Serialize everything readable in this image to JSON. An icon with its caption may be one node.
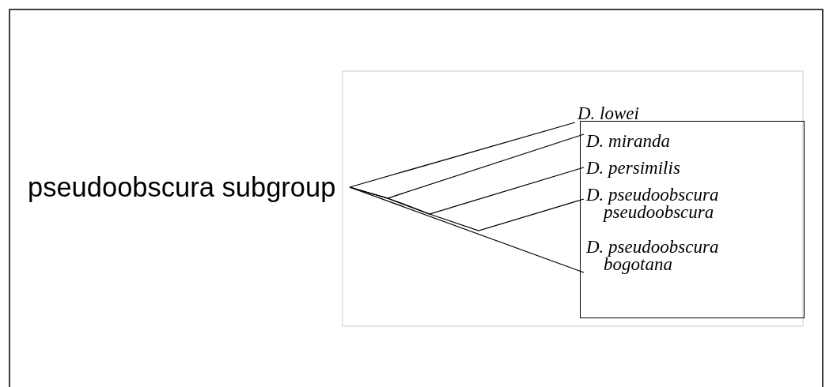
{
  "diagram": {
    "nodes": [
      {
        "text": [
          "pseudoobscura subgroup"
        ]
      },
      {
        "text": [
          "D. lowei"
        ]
      },
      {
        "text": [],
        "shape": "box"
      },
      {
        "text": [
          "D. miranda"
        ],
        "in": 2
      },
      {
        "text": [
          "D. persimilis"
        ],
        "in": 2
      },
      {
        "text": [
          "D. pseudoobscura pseudoobscura"
        ],
        "in": 2
      },
      {
        "text": [
          "D. pseudoobscura bogotana"
        ],
        "in": 2
      }
    ],
    "edges": [
      {
        "from": 0,
        "to": 1,
        "arrow": "none"
      },
      {
        "from": 0,
        "to": 3,
        "arrow": "none"
      },
      {
        "from": 0,
        "to": 4,
        "arrow": "none"
      },
      {
        "from": 0,
        "to": 5,
        "arrow": "none"
      },
      {
        "from": 0,
        "to": 6,
        "arrow": "none"
      }
    ]
  }
}
